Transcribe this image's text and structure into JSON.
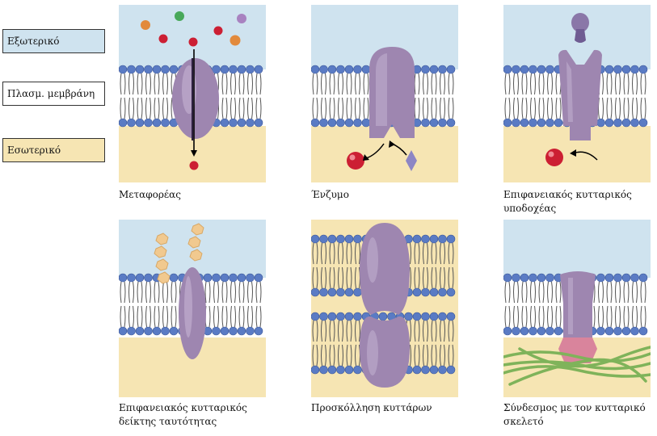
{
  "legend": {
    "exterior": "Εξωτερικό",
    "membrane": "Πλασμ. μεμβράνη",
    "interior": "Εσωτερικό"
  },
  "captions": {
    "transporter": "Μεταφορέας",
    "enzyme": "Ένζυμο",
    "receptor": "Επιφανειακός κυτταρικός\nυποδοχέας",
    "identity": "Επιφανειακός κυτταρικός\nδείκτης ταυτότητας",
    "adhesion": "Προσκόλληση κυττάρων",
    "cytoskeleton": "Σύνδεσμος με τον κυτταρικό\nσκελετό"
  },
  "colors": {
    "exterior": "#cfe3ef",
    "interior": "#f6e5b3",
    "protein": "#9e86b0",
    "lipid_head": "#5a7bc4",
    "molecule_red": "#cc1f33",
    "glyco_chain": "#f1c98f",
    "cytoskeleton": "#7fb35a",
    "anchor": "#d9849c"
  }
}
